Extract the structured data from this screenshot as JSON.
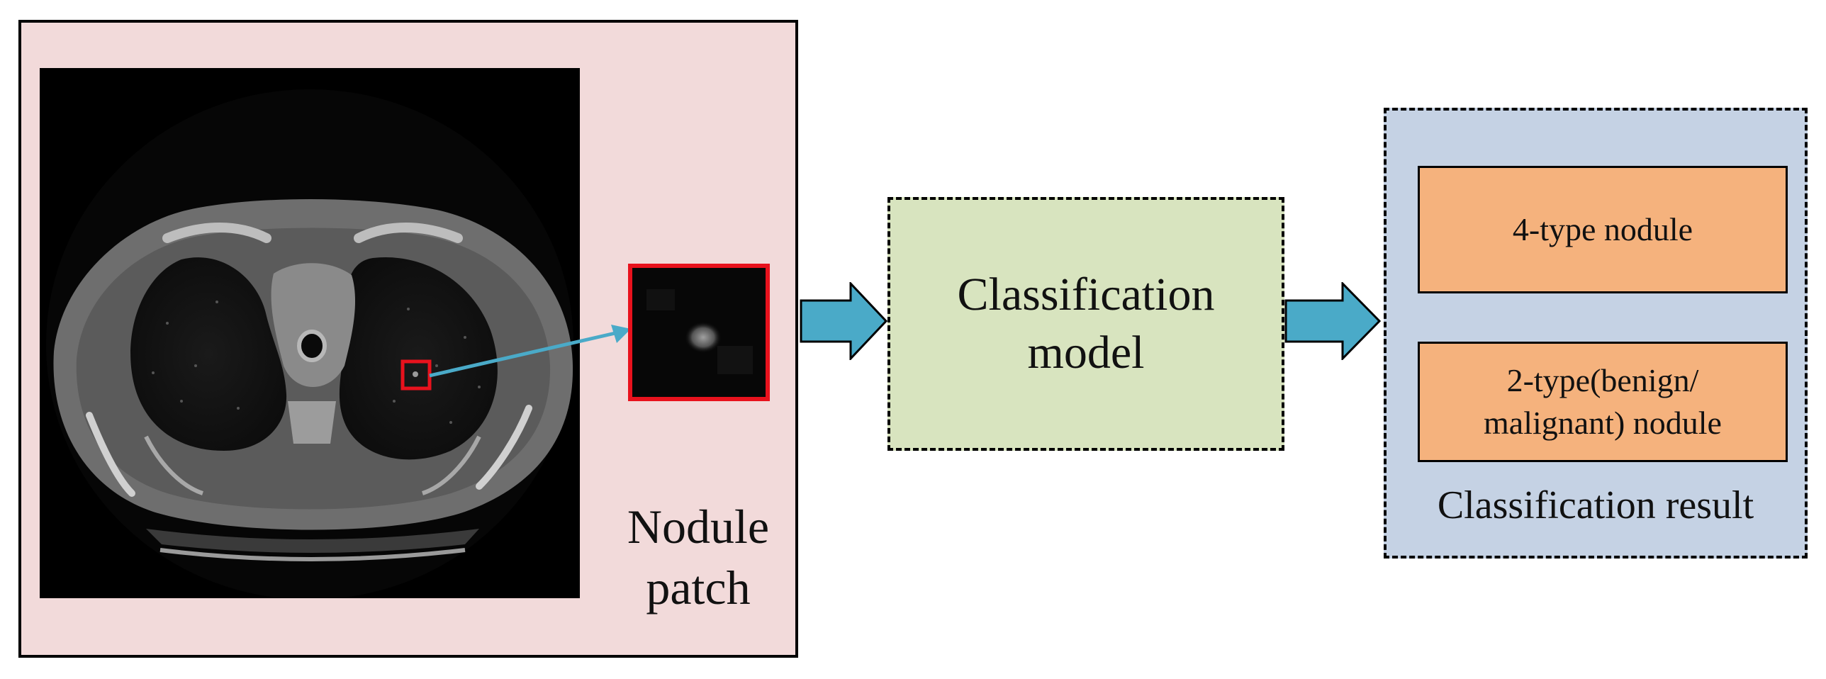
{
  "input": {
    "nodule_label_line1": "Nodule",
    "nodule_label_line2": "patch"
  },
  "model": {
    "label_line1": "Classification",
    "label_line2": "model"
  },
  "result": {
    "items": [
      {
        "line1": "4-type nodule",
        "line2": ""
      },
      {
        "line1": "2-type(benign/",
        "line2": "malignant) nodule"
      }
    ],
    "caption": "Classification result"
  },
  "colors": {
    "input_panel_bg": "#f2dada",
    "model_bg": "#d8e4bf",
    "result_panel_bg": "#c5d2e4",
    "result_item_bg": "#f5b27d",
    "arrow_fill": "#4aaac8",
    "highlight_red": "#e8121d"
  }
}
